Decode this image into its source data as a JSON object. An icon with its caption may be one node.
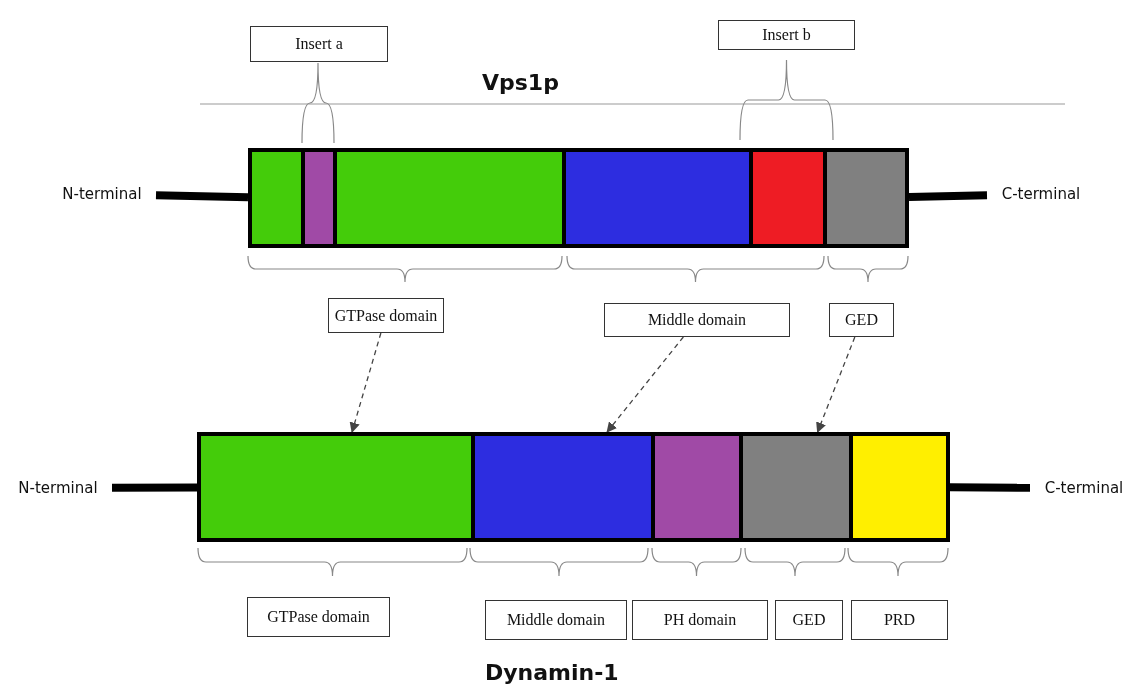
{
  "diagram": {
    "nodes": [
      {
        "text": [
          "Insert a"
        ]
      },
      {
        "text": [
          "Insert b"
        ]
      },
      {
        "text": [
          "N-terminal"
        ]
      },
      {
        "text": [],
        "shape": "bar"
      },
      {
        "text": [],
        "shape": "bar"
      },
      {
        "text": [],
        "shape": "bar"
      },
      {
        "text": [],
        "shape": "bar"
      },
      {
        "text": [],
        "shape": "bar"
      },
      {
        "text": [],
        "shape": "bar"
      },
      {
        "text": [
          "C-terminal"
        ]
      },
      {
        "text": [
          "GTPase domain"
        ]
      },
      {
        "text": [
          "Middle domain"
        ]
      },
      {
        "text": [
          "GED"
        ]
      },
      {
        "text": [
          "N-terminal"
        ]
      },
      {
        "text": [],
        "shape": "bar"
      },
      {
        "text": [],
        "shape": "bar"
      },
      {
        "text": [],
        "shape": "bar"
      },
      {
        "text": [],
        "shape": "bar"
      },
      {
        "text": [],
        "shape": "bar"
      },
      {
        "text": [
          "C-terminal"
        ]
      },
      {
        "text": [
          "GTPase domain"
        ]
      },
      {
        "text": [
          "Middle domain"
        ]
      },
      {
        "text": [
          "PH domain"
        ]
      },
      {
        "text": [
          "GED"
        ]
      },
      {
        "text": [
          "PRD"
        ]
      }
    ],
    "edges": [
      {
        "from": 2,
        "to": 3,
        "arrow": "none"
      },
      {
        "from": 8,
        "to": 9,
        "arrow": "none"
      },
      {
        "from": 10,
        "to": 14,
        "arrow": "to",
        "style": "dashed"
      },
      {
        "from": 11,
        "to": 15,
        "arrow": "to",
        "style": "dashed"
      },
      {
        "from": 12,
        "to": 17,
        "arrow": "to",
        "style": "dashed"
      },
      {
        "from": 13,
        "to": 14,
        "arrow": "none"
      },
      {
        "from": 18,
        "to": 19,
        "arrow": "none"
      }
    ],
    "labels": [
      "Vps1p",
      "Dynamin-1"
    ]
  }
}
